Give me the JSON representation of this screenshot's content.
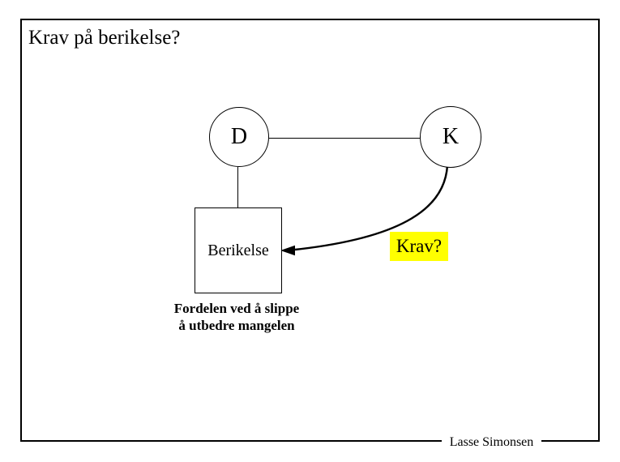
{
  "slide": {
    "title": "Krav på berikelse?",
    "footer": "Lasse Simonsen"
  },
  "diagram": {
    "node_d": {
      "label": "D"
    },
    "node_k": {
      "label": "K"
    },
    "berikelse_box": {
      "label": "Berikelse"
    },
    "krav_label": {
      "label": "Krav?"
    },
    "caption": {
      "line1": "Fordelen ved å slippe",
      "line2": "å utbedre mangelen"
    },
    "connections": [
      {
        "from": "D",
        "to": "K",
        "style": "plain-line"
      },
      {
        "from": "D",
        "to": "Berikelse",
        "style": "plain-line"
      },
      {
        "from": "K",
        "to": "Berikelse",
        "style": "curved-arrow"
      }
    ]
  },
  "colors": {
    "background": "#ffffff",
    "line": "#000000",
    "text": "#000000",
    "highlight": "#ffff00"
  }
}
